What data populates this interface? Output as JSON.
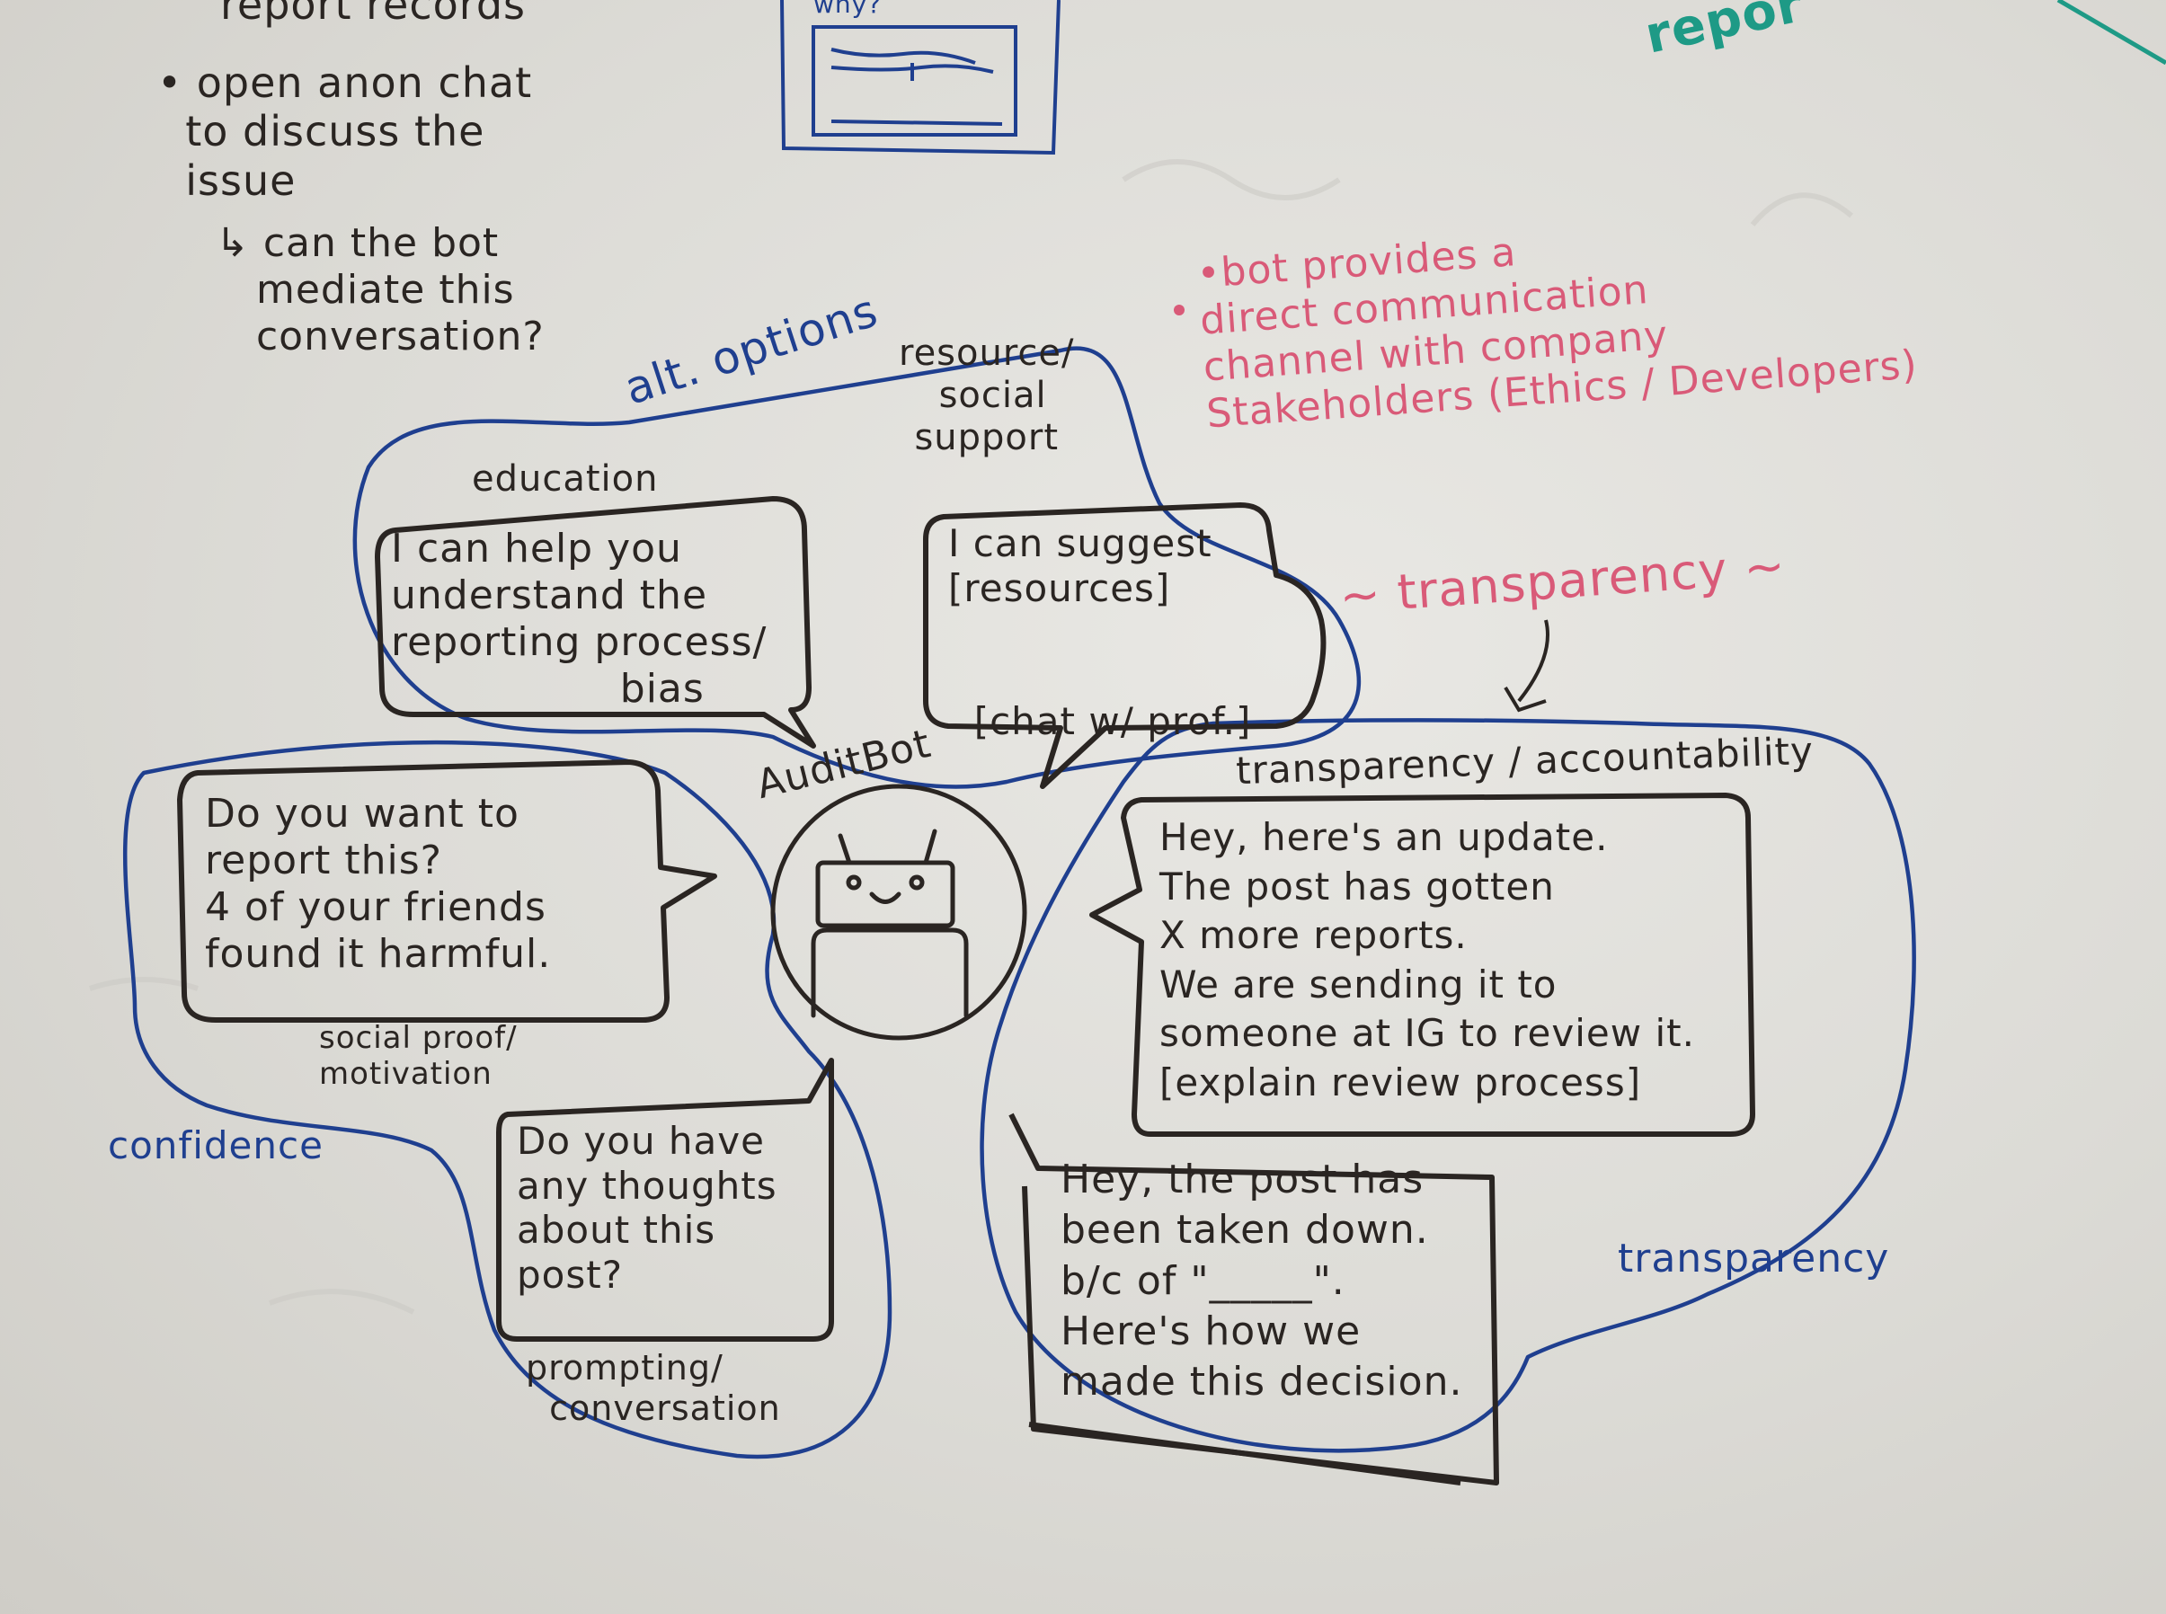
{
  "colors": {
    "ink_black": "#2a2522",
    "ink_blue": "#1f3f8f",
    "ink_pink": "#d95a78",
    "ink_teal": "#1e9a86",
    "board": "#e4e3df"
  },
  "top_left_notes": {
    "line1": "report records",
    "line2": "• open anon chat\n  to discuss the\n  issue",
    "line3": "↳ can the bot\n   mediate this\n   conversation?"
  },
  "sketch_label": "why?",
  "teal_note": "repor",
  "pink_notes": {
    "bullet": "•bot provides a\ndirect communication\nchannel with company\nStakeholders (Ethics / Developers)",
    "transparency": "~ transparency ~"
  },
  "bot_name": "AuditBot",
  "groups": {
    "alt_options": "alt. options",
    "confidence": "confidence",
    "transparency_accountability": "transparency / accountability",
    "transparency": "transparency"
  },
  "category_labels": {
    "education": "education",
    "resource_support": "resource/\n social\nsupport",
    "social_proof": "social proof/\nmotivation",
    "prompting": "prompting/\n  conversation"
  },
  "bubbles": {
    "education": "I can help you\nunderstand the\nreporting process/\n                 bias",
    "resources": "I can suggest\n[resources]\n\n\n  [chat w/ prof.]",
    "report": "Do you want to\nreport this?\n4 of your friends\nfound it harmful.",
    "thoughts": "Do you have\nany thoughts\nabout this\npost?",
    "update": "Hey, here's an update.\nThe post has gotten\nX more reports.\nWe are sending it to\nsomeone at IG to review it.\n[explain review process]",
    "taken_down": "Hey, the post has\nbeen taken down.\nb/c of \"_____\".\nHere's how we\nmade this decision."
  }
}
